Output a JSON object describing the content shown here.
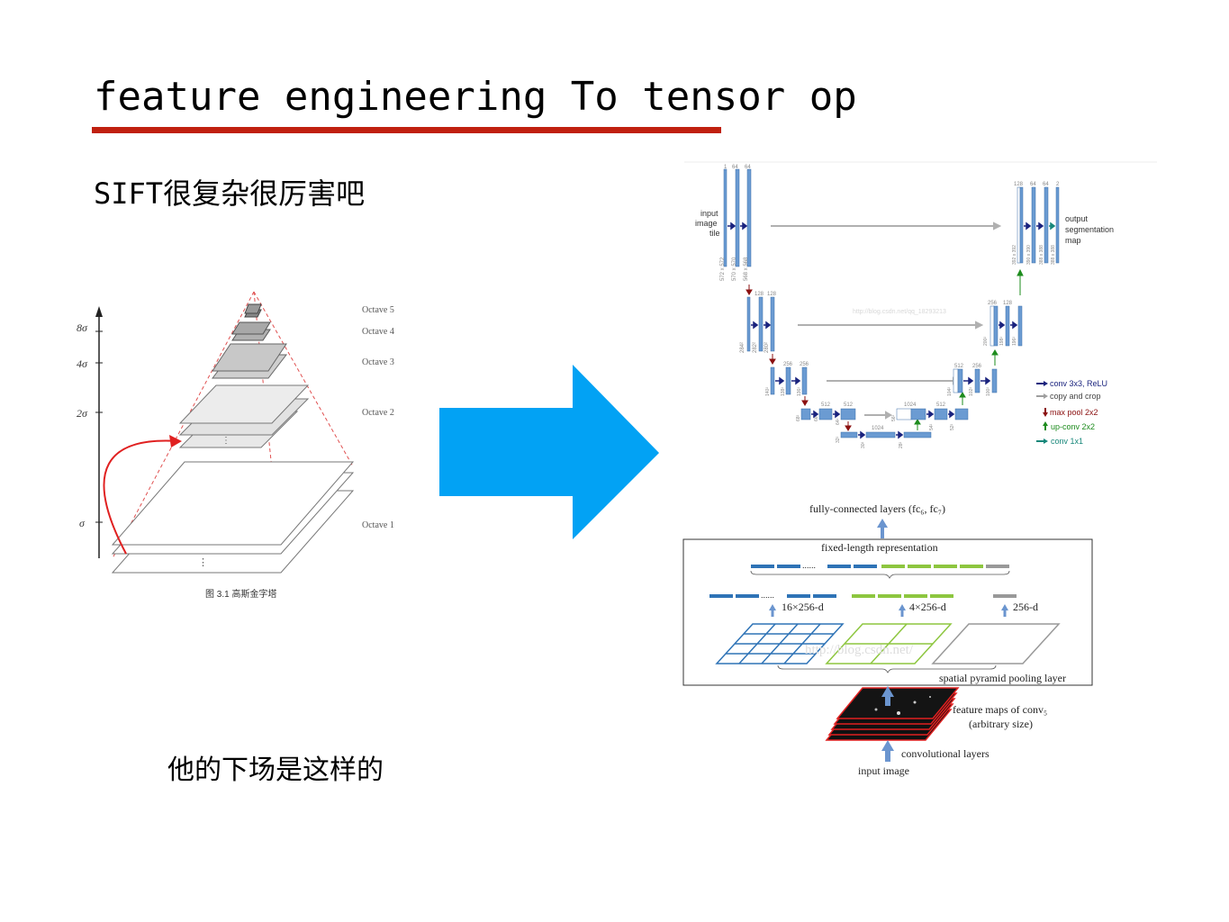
{
  "slide": {
    "title": "feature engineering To tensor op",
    "subtitle": "SIFT很复杂很厉害吧",
    "caption": "他的下场是这样的",
    "accent_color": "#c0200f",
    "arrow_color": "#02a2f4"
  },
  "pyramid": {
    "sigma_labels": [
      "8σ",
      "4σ",
      "2σ",
      "σ"
    ],
    "octave_labels": [
      "Octave 5",
      "Octave 4",
      "Octave 3",
      "Octave 2",
      "Octave 1"
    ],
    "figure_caption": "图 3.1  高斯金字塔",
    "dots": "⋮"
  },
  "unet": {
    "input_label": [
      "input",
      "image",
      "tile"
    ],
    "output_label": [
      "output",
      "segmentation",
      "map"
    ],
    "channel_labels": {
      "l1": [
        "1",
        "64",
        "64"
      ],
      "l2": [
        "128",
        "128"
      ],
      "l3": [
        "256",
        "256"
      ],
      "l4": [
        "512",
        "512"
      ],
      "bottom": "1024",
      "r4": [
        "512",
        "256"
      ],
      "r3": [
        "256",
        "128"
      ],
      "r1": [
        "128",
        "64",
        "64",
        "2"
      ]
    },
    "size_labels": {
      "l1": [
        "572 x 572",
        "570 x 570",
        "568 x 568"
      ],
      "l2": [
        "284²",
        "282²",
        "280²"
      ],
      "l3": [
        "140²",
        "138²",
        "136²"
      ],
      "l4": [
        "68²",
        "66²",
        "64²"
      ],
      "bottom": [
        "32²",
        "30²",
        "28²"
      ],
      "r4": [
        "56²",
        "54²",
        "52²"
      ],
      "r3": [
        "104²",
        "102²",
        "100²"
      ],
      "r2": [
        "200²",
        "198²",
        "196²"
      ],
      "r1": [
        "392 x 392",
        "390 x 390",
        "388 x 388",
        "388 x 388"
      ]
    },
    "legend": [
      {
        "label": "conv 3x3, ReLU",
        "color": "#1a237e"
      },
      {
        "label": "copy and crop",
        "color": "#9e9e9e"
      },
      {
        "label": "max pool 2x2",
        "color": "#8b1010"
      },
      {
        "label": "up-conv 2x2",
        "color": "#1e8c1e"
      },
      {
        "label": "conv 1x1",
        "color": "#17877a"
      }
    ],
    "watermark": "http://blog.csdn.net/qq_18293213"
  },
  "spp": {
    "top_label": "fully-connected layers (fc₆, fc₇)",
    "fixed_label": "fixed-length representation",
    "dim_labels": [
      "16×256-d",
      "4×256-d",
      "256-d"
    ],
    "pool_label": "spatial pyramid pooling layer",
    "feature_label": [
      "feature maps of conv₅",
      "(arbitrary size)"
    ],
    "conv_label": "convolutional layers",
    "input_label": "input image",
    "ellipsis": "......",
    "watermark": "http://blog.csdn.net/"
  }
}
